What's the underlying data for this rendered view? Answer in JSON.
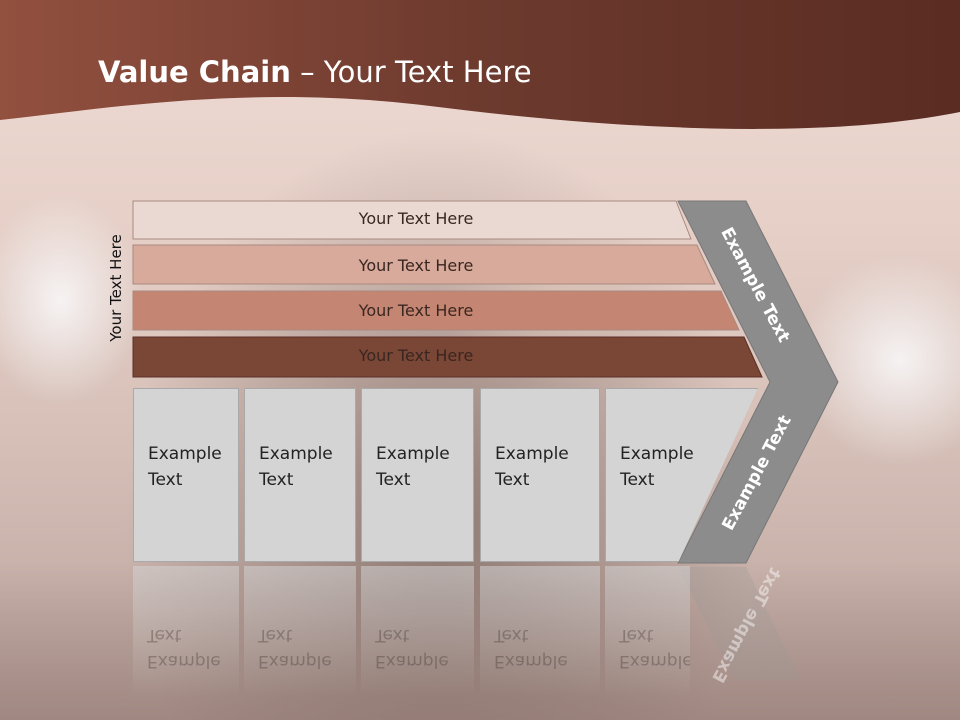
{
  "slide": {
    "title_bold": "Value Chain",
    "title_rest": " – Your Text Here",
    "side_label": "Your Text Here"
  },
  "bands": [
    {
      "label": "Your Text Here",
      "color": "#ead8d2"
    },
    {
      "label": "Your Text Here",
      "color": "#d7aa9b"
    },
    {
      "label": "Your Text Here",
      "color": "#c48672"
    },
    {
      "label": "Your Text Here",
      "color": "#7a4636"
    }
  ],
  "boxes": [
    {
      "line1": "Example",
      "line2": "Text"
    },
    {
      "line1": "Example",
      "line2": "Text"
    },
    {
      "line1": "Example",
      "line2": "Text"
    },
    {
      "line1": "Example",
      "line2": "Text"
    },
    {
      "line1": "Example",
      "line2": "Text"
    }
  ],
  "chevron": {
    "upper_label": "Example Text",
    "lower_label": "Example Text",
    "color": "#8c8c8c"
  },
  "colors": {
    "header": "#7b3e30"
  }
}
